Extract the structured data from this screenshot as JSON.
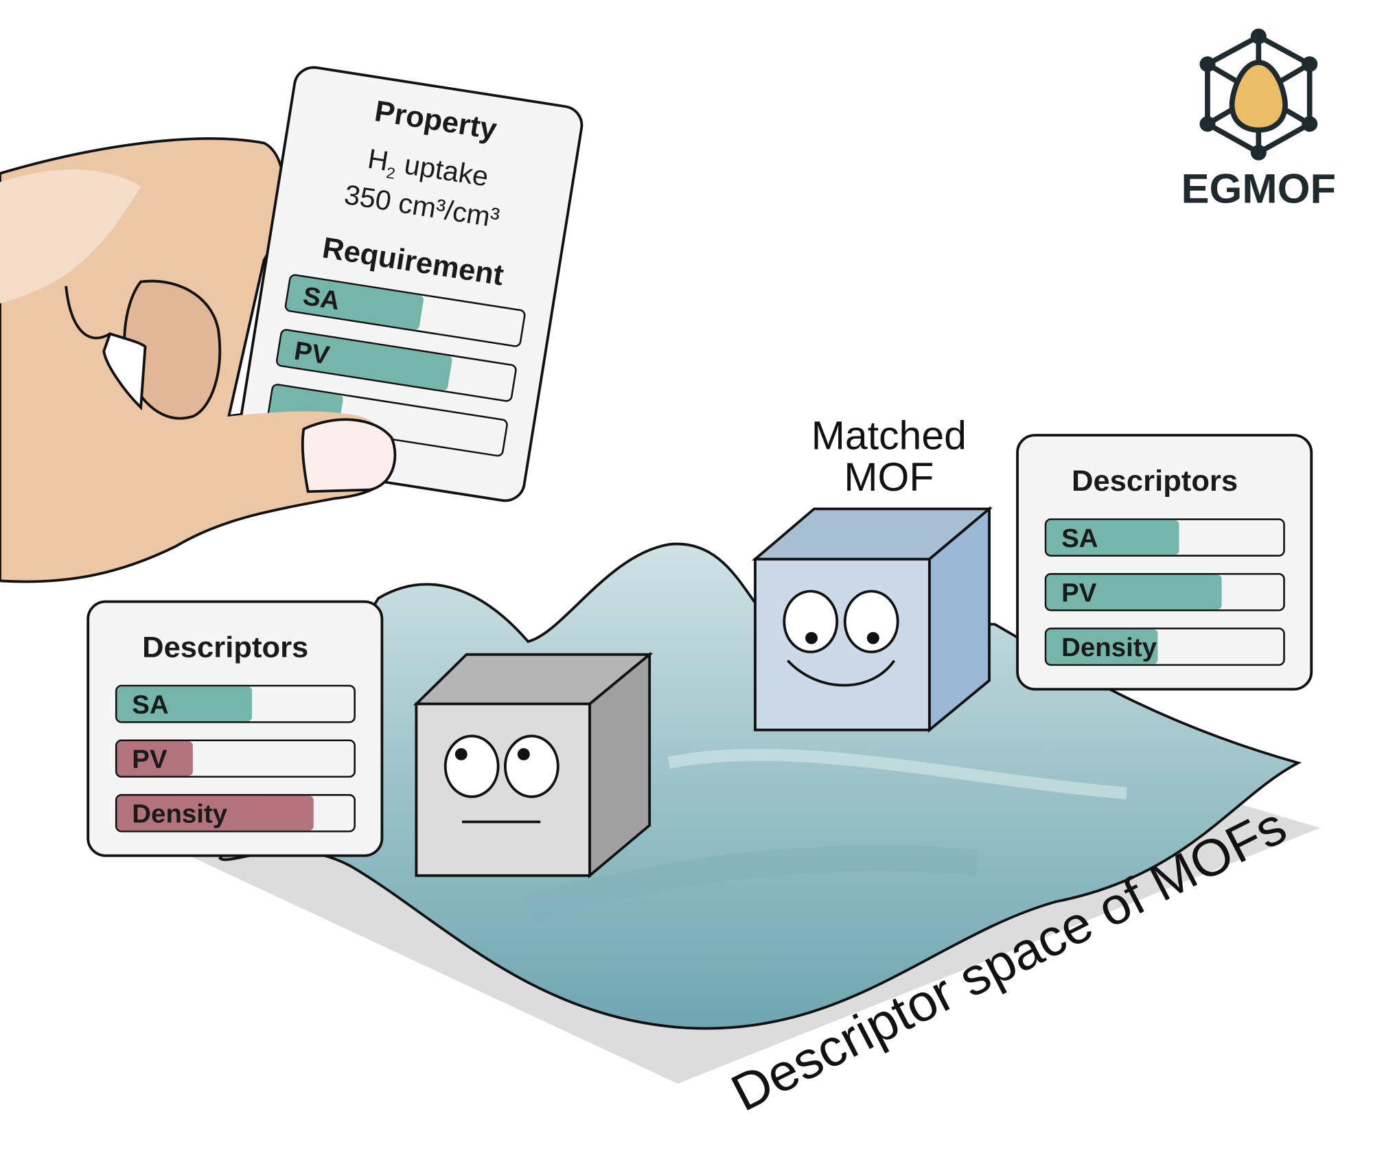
{
  "logo": {
    "text": "EGMOF",
    "node_color": "#1f2a2e",
    "egg_color": "#ecbd68"
  },
  "requirement_card": {
    "property_heading": "Property",
    "property_name_prefix": "H",
    "property_name_sub": "2",
    "property_name_suffix": " uptake",
    "property_value": "350 cm³/cm³",
    "requirement_heading": "Requirement",
    "bars": [
      {
        "label": "SA",
        "fill": 0.57,
        "color": "#76b5a9"
      },
      {
        "label": "PV",
        "fill": 0.73,
        "color": "#76b5a9"
      },
      {
        "label": "",
        "fill": 0.3,
        "color": "#76b5a9"
      }
    ]
  },
  "left_card": {
    "heading": "Descriptors",
    "bars": [
      {
        "label": "SA",
        "fill": 0.57,
        "color": "#76b5a9"
      },
      {
        "label": "PV",
        "fill": 0.32,
        "color": "#b3737c"
      },
      {
        "label": "Density",
        "fill": 0.83,
        "color": "#b3737c"
      }
    ]
  },
  "right_card": {
    "heading": "Descriptors",
    "bars": [
      {
        "label": "SA",
        "fill": 0.56,
        "color": "#76b5a9"
      },
      {
        "label": "PV",
        "fill": 0.74,
        "color": "#76b5a9"
      },
      {
        "label": "Density",
        "fill": 0.47,
        "color": "#76b5a9"
      }
    ]
  },
  "matched_label": {
    "line1": "Matched",
    "line2": "MOF"
  },
  "space_label": "Descriptor space of MOFs"
}
